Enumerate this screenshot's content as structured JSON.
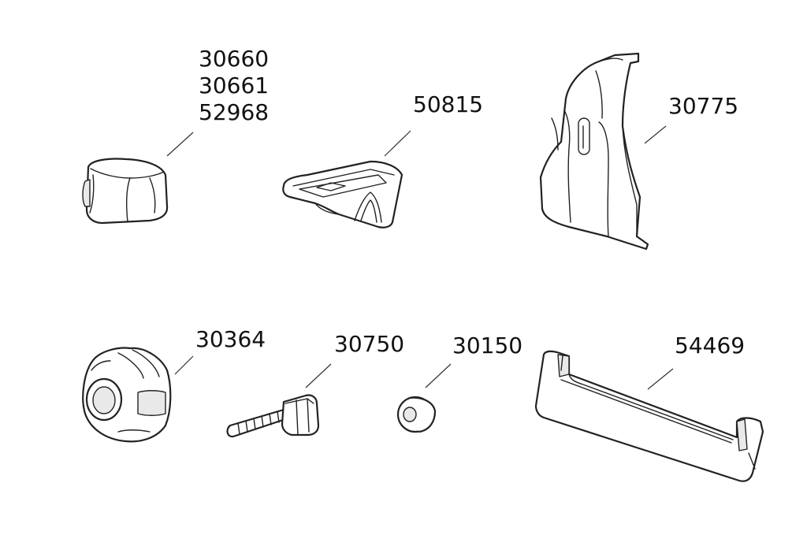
{
  "parts": {
    "pad": {
      "numbers": [
        "30660",
        "30661",
        "52968"
      ]
    },
    "support": {
      "number": "50815"
    },
    "bracket": {
      "number": "30775"
    },
    "knob": {
      "number": "30364"
    },
    "bolt": {
      "number": "30750"
    },
    "washer": {
      "number": "30150"
    },
    "handle": {
      "number": "54469"
    }
  }
}
